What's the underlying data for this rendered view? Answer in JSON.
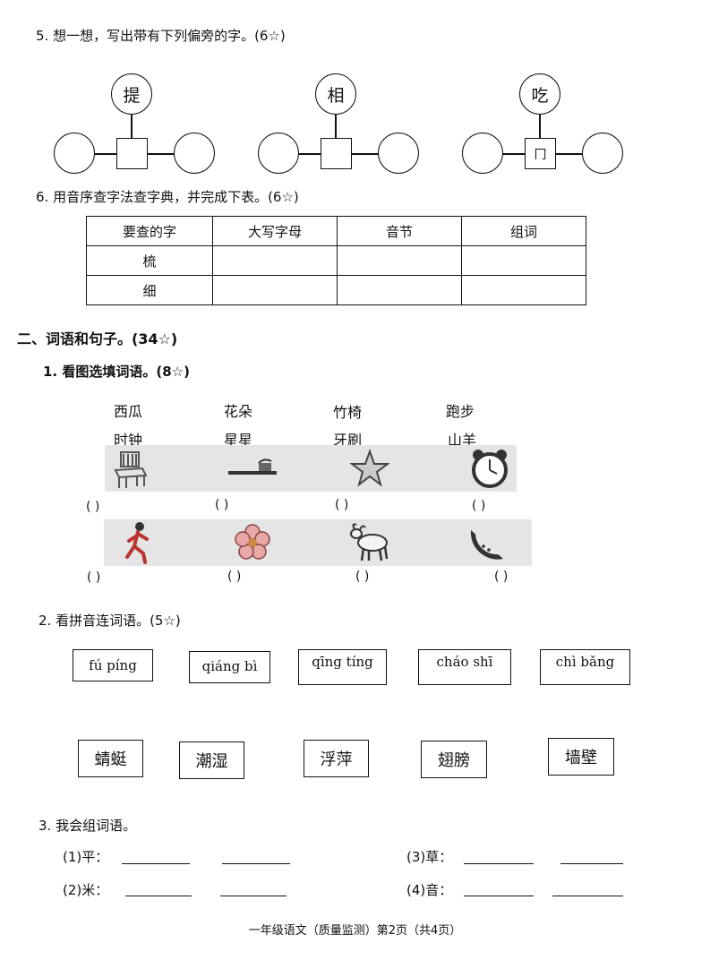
{
  "q5": {
    "title": "5. 想一想，写出带有下列偏旁的字。(6☆)",
    "chars": [
      "提",
      "相",
      "吃"
    ],
    "center_hint": "冂"
  },
  "q6": {
    "title": "6.  用音序查字法查字典，并完成下表。(6☆)",
    "headers": [
      "要查的字",
      "大写字母",
      "音节",
      "组词"
    ],
    "rows": [
      "梳",
      "细"
    ]
  },
  "section2": {
    "title": "二、词语和句子。(34☆)"
  },
  "s2q1": {
    "title": "1. 看图选填词语。(8☆)",
    "words_row1": [
      "西瓜",
      "花朵",
      "竹椅",
      "跑步"
    ],
    "words_row2": [
      "时钟",
      "星星",
      "牙刷",
      "山羊"
    ],
    "icons_row1": [
      "chair-icon",
      "toothbrush-icon",
      "star-icon",
      "clock-icon"
    ],
    "icons_row2": [
      "running-person-icon",
      "flower-icon",
      "goat-icon",
      "watermelon-icon"
    ],
    "paren": "(          )"
  },
  "s2q2": {
    "title": "2.  看拼音连词语。(5☆)",
    "pinyin": [
      "fú   píng",
      "qiáng bì",
      "qīng   tíng",
      "cháo     shī",
      "chì   bǎng"
    ],
    "hanzi": [
      "蜻蜓",
      "潮湿",
      "浮萍",
      "翅膀",
      "墙壁"
    ]
  },
  "s2q3": {
    "title": "3.  我会组词语。",
    "items": [
      "(1)平：",
      "(3)草：",
      "(2)米：",
      "(4)音："
    ]
  },
  "footer": "一年级语文（质量监测）第2页（共4页）"
}
